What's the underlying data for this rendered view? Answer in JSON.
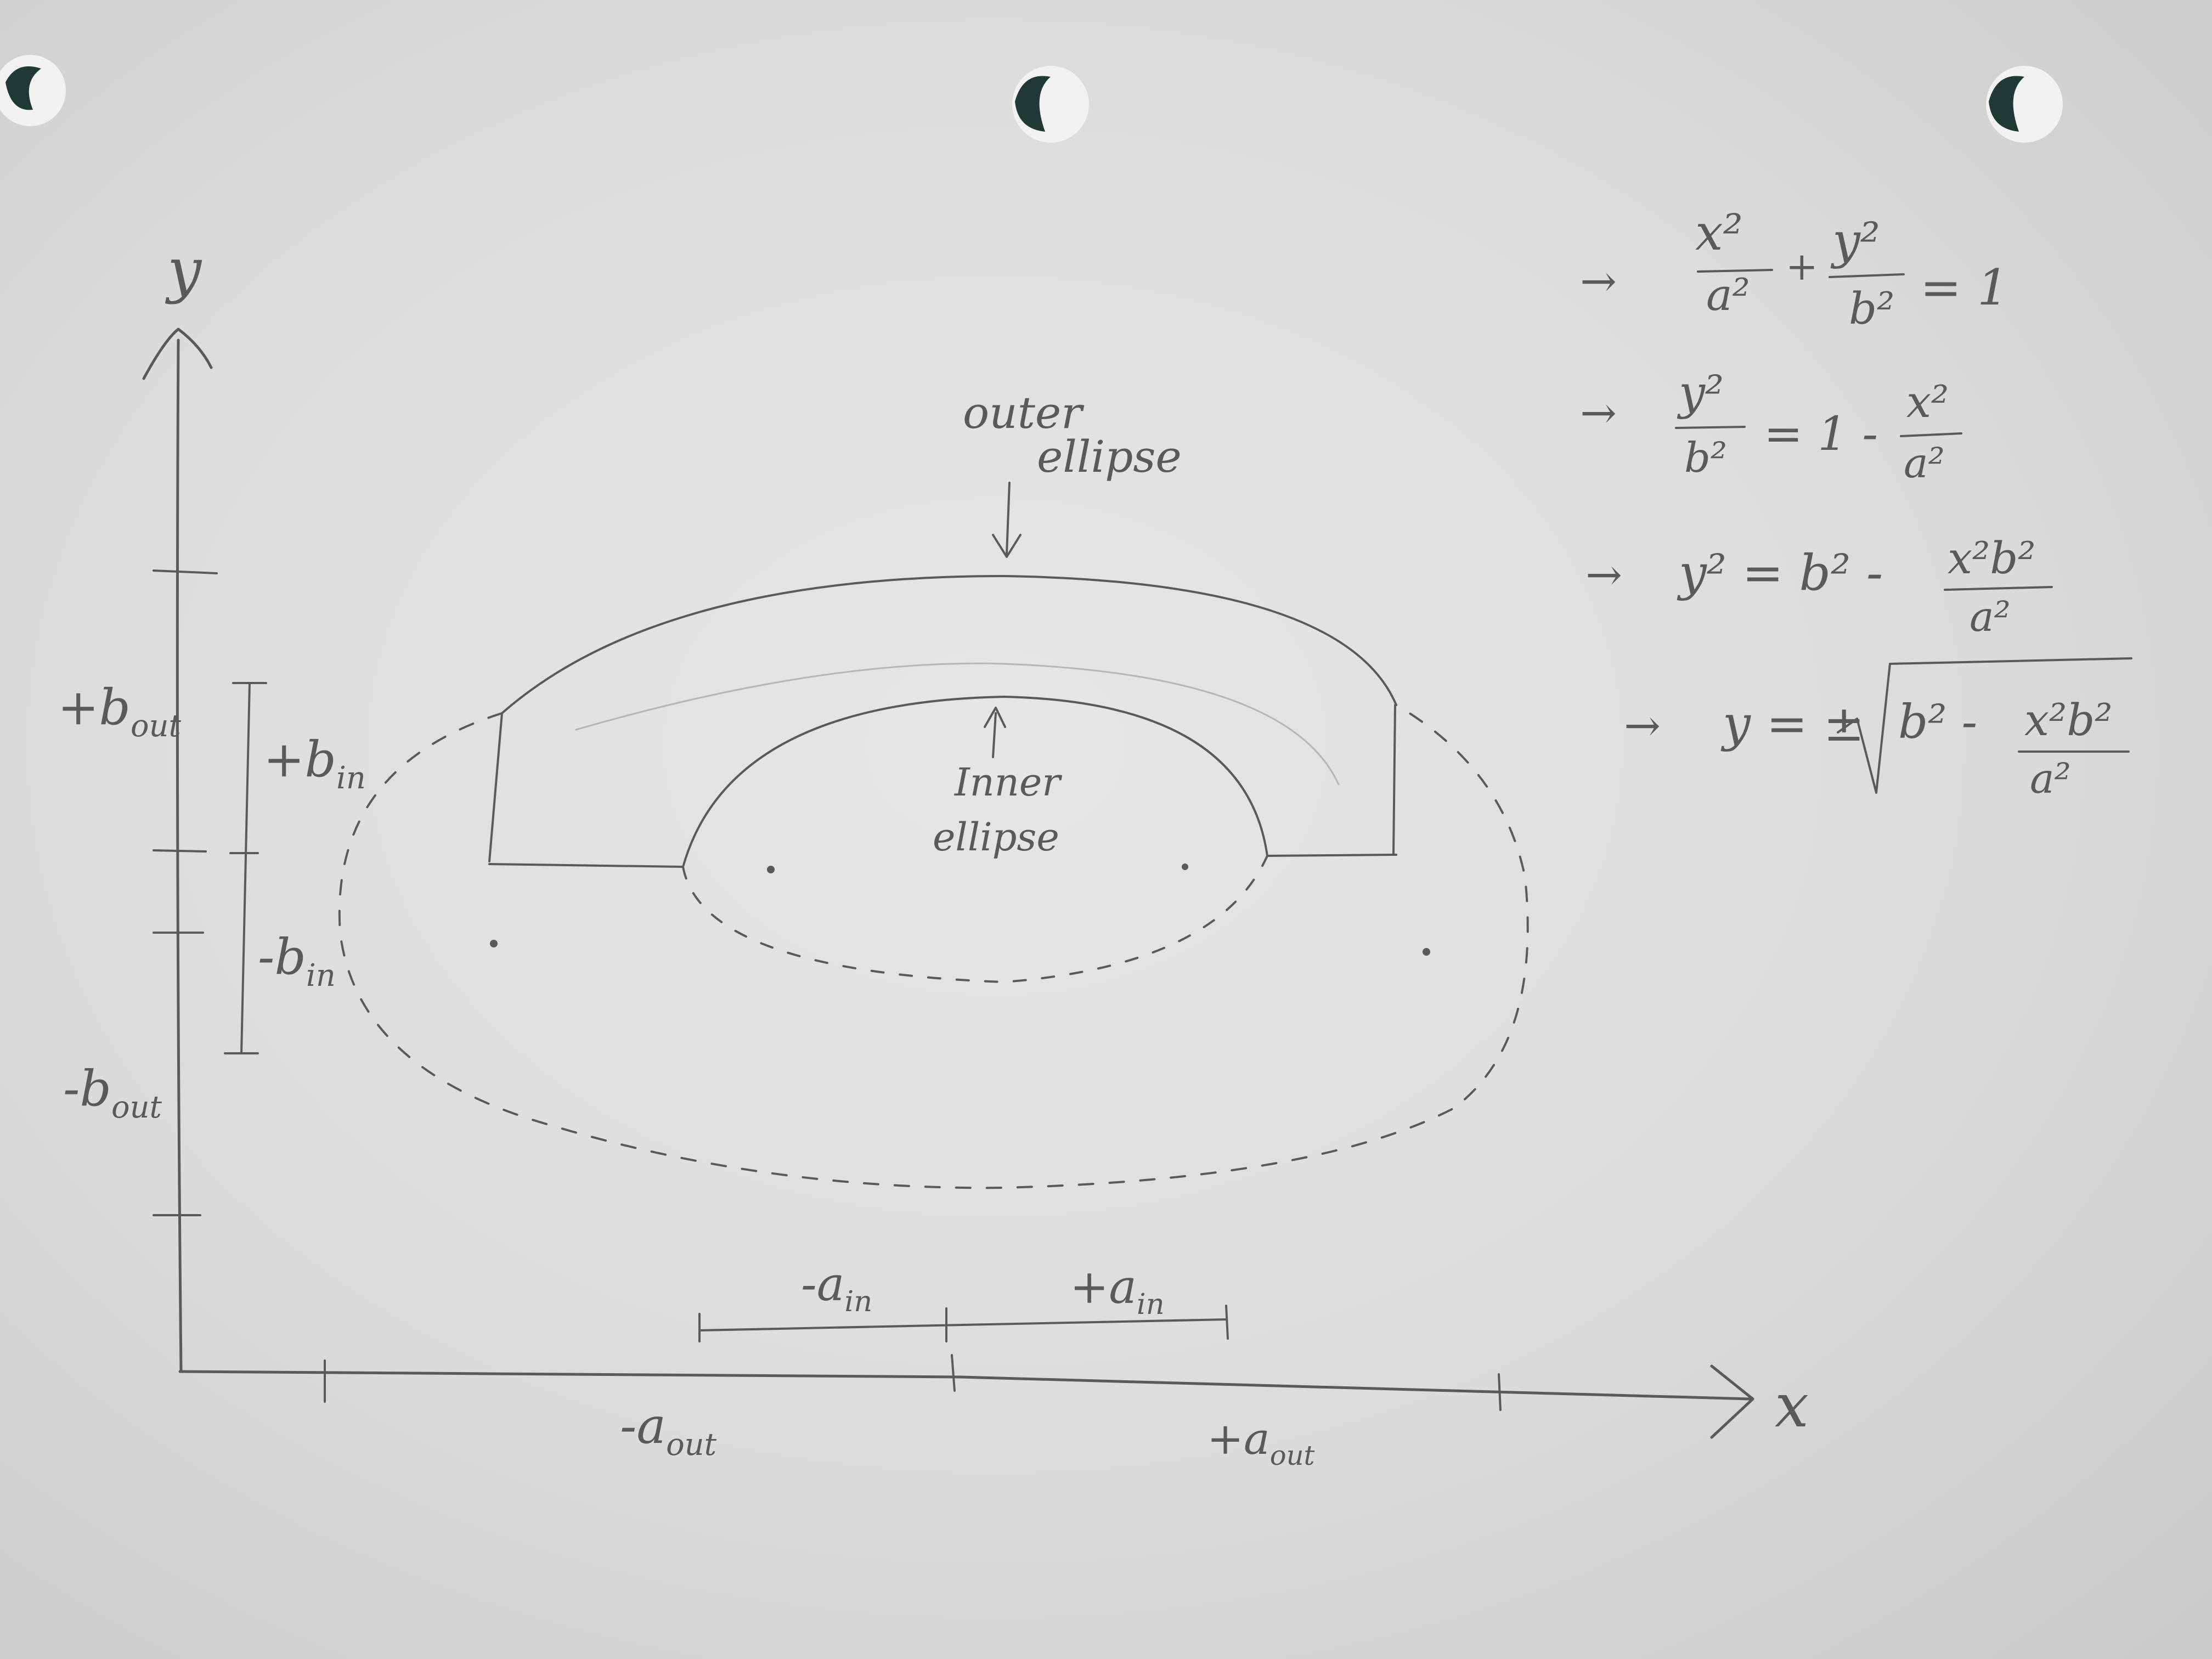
{
  "axes": {
    "y_label": "y",
    "x_label": "x"
  },
  "annotations": {
    "outer_ellipse": [
      "outer",
      "ellipse"
    ],
    "inner_ellipse": [
      "Inner",
      "ellipse"
    ]
  },
  "y_markers": {
    "plus_b_out": {
      "sign": "+b",
      "sub": "out"
    },
    "minus_b_out": {
      "sign": "-b",
      "sub": "out"
    },
    "plus_b_in": {
      "sign": "+b",
      "sub": "in"
    },
    "minus_b_in": {
      "sign": "-b",
      "sub": "in"
    }
  },
  "x_markers": {
    "minus_a_out": {
      "sign": "-a",
      "sub": "out"
    },
    "plus_a_out": {
      "sign": "+a",
      "sub": "out"
    },
    "minus_a_in": {
      "sign": "-a",
      "sub": "in"
    },
    "plus_a_in": {
      "sign": "+a",
      "sub": "in"
    }
  },
  "equations": {
    "arrow": "→",
    "eq1": {
      "num_left": "x²",
      "den_left": "a²",
      "op": "+",
      "num_right": "y²",
      "den_right": "b²",
      "rhs": "= 1"
    },
    "eq2": {
      "num_left": "y²",
      "den_left": "b²",
      "mid": "= 1 -",
      "num_right": "x²",
      "den_right": "a²"
    },
    "eq3": {
      "lhs": "y² = b² -",
      "num": "x²b²",
      "den": "a²"
    },
    "eq4": {
      "lhs": "y = ±",
      "root_lead": "b² -",
      "num": "x²b²",
      "den": "a²"
    }
  },
  "colors": {
    "paper": "#dedede",
    "pencil": "#5a5a5a",
    "punch_hole_dark": "#1f3a34"
  }
}
